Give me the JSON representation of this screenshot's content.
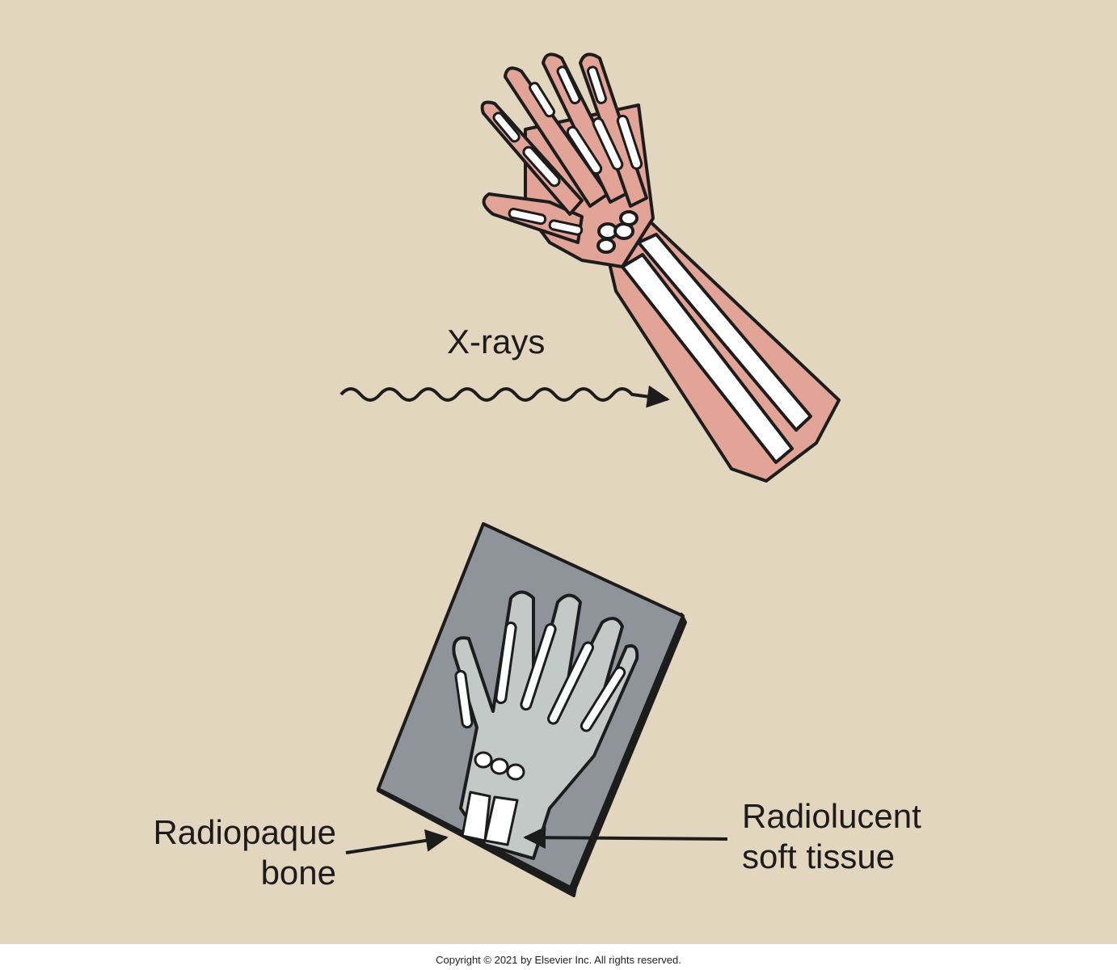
{
  "labels": {
    "xrays": "X-rays",
    "radiopaque_line1": "Radiopaque",
    "radiopaque_line2": "bone",
    "radiolucent_line1": "Radiolucent",
    "radiolucent_line2": "soft tissue"
  },
  "copyright": "Copyright © 2021 by Elsevier Inc. All rights reserved.",
  "colors": {
    "background": "#e2d6bf",
    "skin": "#e1a497",
    "bone": "#ffffff",
    "film": "#8e949a",
    "film_soft_tissue": "#c3c9c6",
    "outline": "#1c1c1c"
  }
}
